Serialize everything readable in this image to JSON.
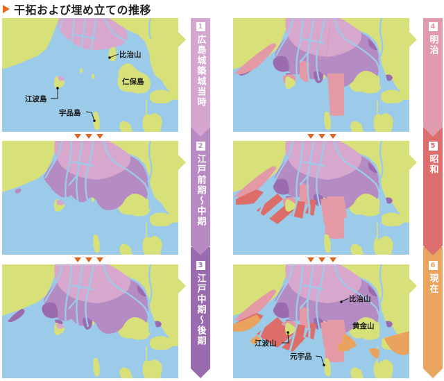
{
  "title": "干拓および埋め立ての推移",
  "colors": {
    "sea": "#9ccbe9",
    "land": "#d8e07a",
    "castle_era": "#d8a7cd",
    "edo_early_mid": "#b58bc4",
    "edo_mid_late": "#9b6bb0",
    "meiji": "#e39aa6",
    "showa": "#dd6d69",
    "present": "#eaa35e",
    "accent_arrow": "#e0621f"
  },
  "periods": [
    {
      "number": "1",
      "label": "広島城築城当時",
      "color": "#d4a6d0"
    },
    {
      "number": "2",
      "label": "江戸前期〜中期",
      "color": "#b78ac3"
    },
    {
      "number": "3",
      "label": "江戸中期〜後期",
      "color": "#9b6bb0"
    },
    {
      "number": "4",
      "label": "明治",
      "color": "#e09aa9"
    },
    {
      "number": "5",
      "label": "昭和",
      "color": "#dc6f6e"
    },
    {
      "number": "6",
      "label": "現在",
      "color": "#e9a55e"
    }
  ],
  "map_labels": {
    "p1": {
      "hijiyama": "比治山",
      "nihojima": "仁保島",
      "ebajima": "江波島",
      "ujinajima": "宇品島"
    },
    "p6": {
      "hijiyama": "比治山",
      "ogonzan": "黄金山",
      "ebayama": "江波山",
      "motoujina": "元宇品"
    }
  }
}
